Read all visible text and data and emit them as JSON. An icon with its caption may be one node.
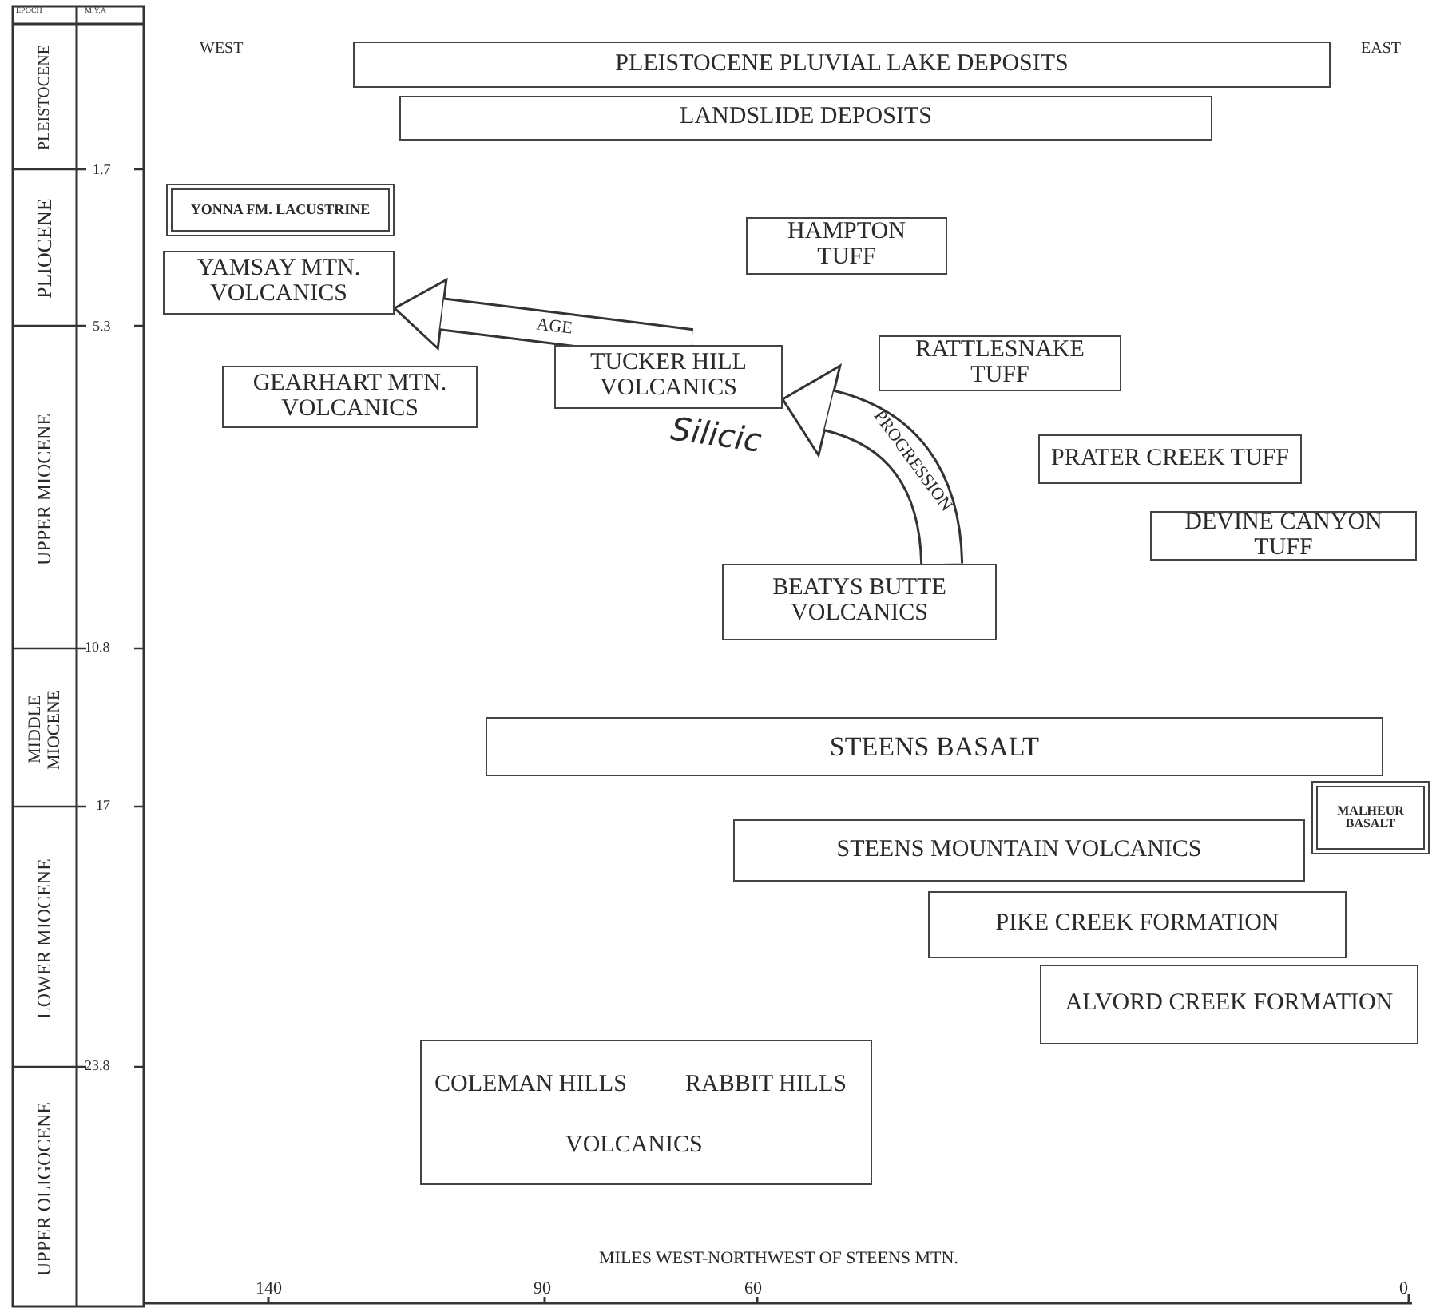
{
  "diagram": {
    "nodes": [
      {
        "text": [
          "PLEISTOCENE PLUVIAL LAKE DEPOSITS"
        ]
      },
      {
        "text": [
          "LANDSLIDE DEPOSITS"
        ]
      },
      {
        "text": [
          "YONNA FM. LACUSTRINE"
        ]
      },
      {
        "text": [
          "HAMPTON TUFF"
        ]
      },
      {
        "text": [
          "YAMSAY MTN. VOLCANICS"
        ]
      },
      {
        "text": [
          "RATTLESNAKE TUFF"
        ]
      },
      {
        "text": [
          "GEARHART MTN. VOLCANICS"
        ]
      },
      {
        "text": [
          "TUCKER HILL VOLCANICS"
        ]
      },
      {
        "text": [
          "PRATER CREEK TUFF"
        ]
      },
      {
        "text": [
          "DEVINE CANYON TUFF"
        ]
      },
      {
        "text": [
          "BEATYS BUTTE VOLCANICS"
        ]
      },
      {
        "text": [
          "STEENS BASALT"
        ]
      },
      {
        "text": [
          "MALHEUR BASALT"
        ]
      },
      {
        "text": [
          "STEENS MOUNTAIN VOLCANICS"
        ]
      },
      {
        "text": [
          "PIKE CREEK FORMATION"
        ]
      },
      {
        "text": [
          "ALVORD CREEK FORMATION"
        ]
      },
      {
        "text": [
          "COLEMAN HILLS",
          "RABBIT HILLS",
          "VOLCANICS"
        ]
      }
    ],
    "edges": [
      {
        "from": 7,
        "to": 4,
        "arrow": "to",
        "label": "AGE"
      },
      {
        "from": 10,
        "to": 7,
        "arrow": "to",
        "label": "PROGRESSION"
      }
    ],
    "labels": [
      "EPOCH",
      "M.Y.A",
      "WEST",
      "EAST",
      "PLEISTOCENE",
      "1.7",
      "PLIOCENE",
      "5.3",
      "Silicic",
      "UPPER MIOCENE",
      "10.8",
      "MIDDLE MIOCENE",
      "17",
      "LOWER MIOCENE",
      "23.8",
      "UPPER OLIGOCENE",
      "MILES WEST-NORTHWEST OF STEENS MTN.",
      "140",
      "90",
      "60",
      "0"
    ]
  }
}
